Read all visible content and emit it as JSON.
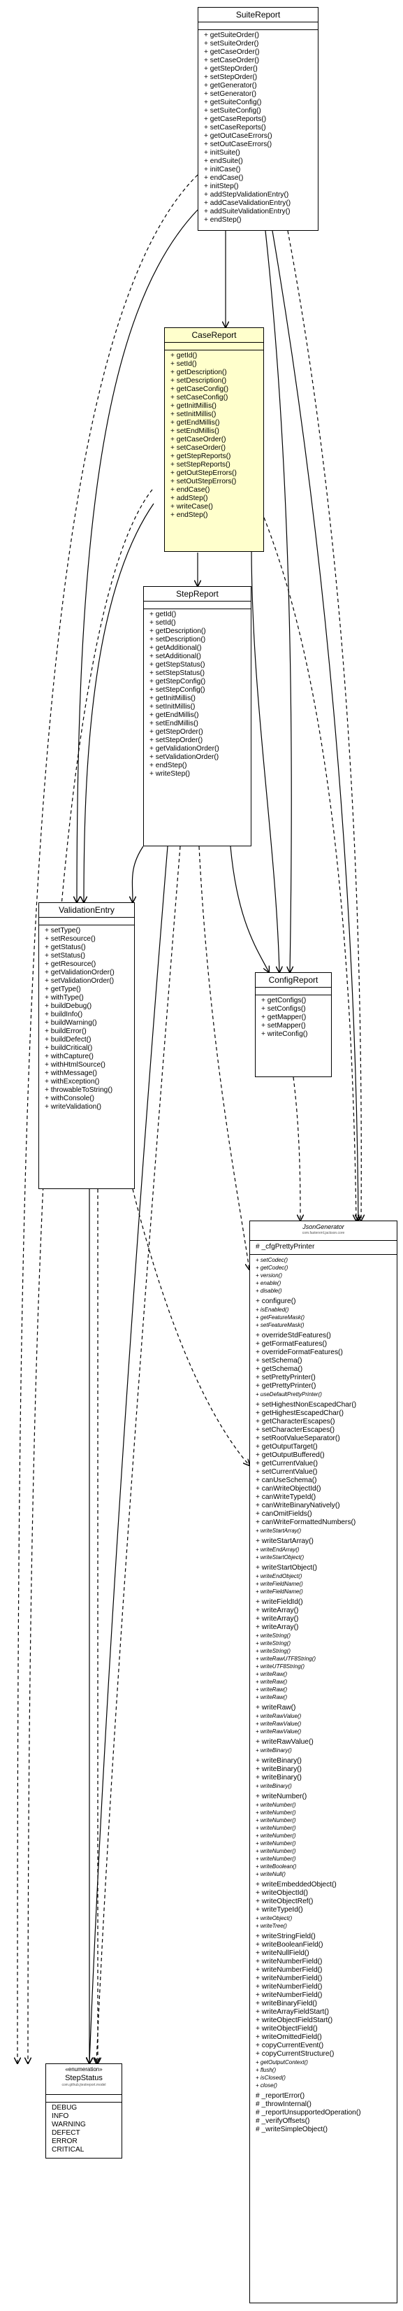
{
  "colors": {
    "highlight_class_fill": "#ffffcc",
    "line": "#000000",
    "background": "#ffffff"
  },
  "classes": {
    "suite_report": {
      "name": "SuiteReport",
      "methods": [
        "+ getSuiteOrder()",
        "+ setSuiteOrder()",
        "+ getCaseOrder()",
        "+ setCaseOrder()",
        "+ getStepOrder()",
        "+ setStepOrder()",
        "+ getGenerator()",
        "+ setGenerator()",
        "+ getSuiteConfig()",
        "+ setSuiteConfig()",
        "+ getCaseReports()",
        "+ setCaseReports()",
        "+ getOutCaseErrors()",
        "+ setOutCaseErrors()",
        "+ initSuite()",
        "+ endSuite()",
        "+ initCase()",
        "+ endCase()",
        "+ initStep()",
        "+ addStepValidationEntry()",
        "+ addCaseValidationEntry()",
        "+ addSuiteValidationEntry()",
        "+ endStep()"
      ]
    },
    "case_report": {
      "name": "CaseReport",
      "methods": [
        "+ getId()",
        "+ setId()",
        "+ getDescription()",
        "+ setDescription()",
        "+ getCaseConfig()",
        "+ setCaseConfig()",
        "+ getInitMillis()",
        "+ setInitMillis()",
        "+ getEndMillis()",
        "+ setEndMillis()",
        "+ getCaseOrder()",
        "+ setCaseOrder()",
        "+ getStepReports()",
        "+ setStepReports()",
        "+ getOutStepErrors()",
        "+ setOutStepErrors()",
        "+ endCase()",
        "+ addStep()",
        "+ writeCase()",
        "+ endStep()"
      ]
    },
    "step_report": {
      "name": "StepReport",
      "methods": [
        "+ getId()",
        "+ setId()",
        "+ getDescription()",
        "+ setDescription()",
        "+ getAdditional()",
        "+ setAdditional()",
        "+ getStepStatus()",
        "+ setStepStatus()",
        "+ getStepConfig()",
        "+ setStepConfig()",
        "+ getInitMillis()",
        "+ setInitMillis()",
        "+ getEndMillis()",
        "+ setEndMillis()",
        "+ getStepOrder()",
        "+ setStepOrder()",
        "+ getValidationOrder()",
        "+ setValidationOrder()",
        "+ endStep()",
        "+ writeStep()"
      ]
    },
    "validation_entry": {
      "name": "ValidationEntry",
      "methods": [
        "+ setType()",
        "+ setResource()",
        "+ getStatus()",
        "+ setStatus()",
        "+ getResource()",
        "+ getValidationOrder()",
        "+ setValidationOrder()",
        "+ getType()",
        "+ withType()",
        "+ buildDebug()",
        "+ buildInfo()",
        "+ buildWarning()",
        "+ buildError()",
        "+ buildDefect()",
        "+ buildCritical()",
        "+ withCapture()",
        "+ withHtmlSource()",
        "+ withMessage()",
        "+ withException()",
        "+ throwableToString()",
        "+ withConsole()",
        "+ writeValidation()"
      ]
    },
    "config_report": {
      "name": "ConfigReport",
      "methods": [
        "+ getConfigs()",
        "+ setConfigs()",
        "+ getMapper()",
        "+ setMapper()",
        "+ writeConfig()"
      ]
    },
    "step_status": {
      "stereotype": "«enumeration»",
      "name": "StepStatus",
      "package": "com.github.jtestreport.model",
      "literals": [
        "DEBUG",
        "INFO",
        "WARNING",
        "DEFECT",
        "ERROR",
        "CRITICAL"
      ]
    },
    "json_generator": {
      "name": "JsonGenerator",
      "package": "com.fasterxml.jackson.core",
      "fields": [
        "# _cfgPrettyPrinter"
      ],
      "methods": [
        {
          "t": "+ setCodec()",
          "i": true
        },
        {
          "t": "+ getCodec()",
          "i": true
        },
        {
          "t": "+ version()",
          "i": true
        },
        {
          "t": "+ enable()",
          "i": true
        },
        {
          "t": "+ disable()",
          "i": true
        },
        {
          "t": "+ configure()",
          "i": false,
          "g": true
        },
        {
          "t": "+ isEnabled()",
          "i": true
        },
        {
          "t": "+ getFeatureMask()",
          "i": true
        },
        {
          "t": "+ setFeatureMask()",
          "i": true
        },
        {
          "t": "+ overrideStdFeatures()",
          "i": false,
          "g": true
        },
        {
          "t": "+ getFormatFeatures()",
          "i": false
        },
        {
          "t": "+ overrideFormatFeatures()",
          "i": false
        },
        {
          "t": "+ setSchema()",
          "i": false
        },
        {
          "t": "+ getSchema()",
          "i": false
        },
        {
          "t": "+ setPrettyPrinter()",
          "i": false
        },
        {
          "t": "+ getPrettyPrinter()",
          "i": false
        },
        {
          "t": "+ useDefaultPrettyPrinter()",
          "i": true
        },
        {
          "t": "+ setHighestNonEscapedChar()",
          "i": false,
          "g": true
        },
        {
          "t": "+ getHighestEscapedChar()",
          "i": false
        },
        {
          "t": "+ getCharacterEscapes()",
          "i": false
        },
        {
          "t": "+ setCharacterEscapes()",
          "i": false
        },
        {
          "t": "+ setRootValueSeparator()",
          "i": false
        },
        {
          "t": "+ getOutputTarget()",
          "i": false
        },
        {
          "t": "+ getOutputBuffered()",
          "i": false
        },
        {
          "t": "+ getCurrentValue()",
          "i": false
        },
        {
          "t": "+ setCurrentValue()",
          "i": false
        },
        {
          "t": "+ canUseSchema()",
          "i": false
        },
        {
          "t": "+ canWriteObjectId()",
          "i": false
        },
        {
          "t": "+ canWriteTypeId()",
          "i": false
        },
        {
          "t": "+ canWriteBinaryNatively()",
          "i": false
        },
        {
          "t": "+ canOmitFields()",
          "i": false
        },
        {
          "t": "+ canWriteFormattedNumbers()",
          "i": false
        },
        {
          "t": "+ writeStartArray()",
          "i": true
        },
        {
          "t": "+ writeStartArray()",
          "i": false,
          "g": true
        },
        {
          "t": "+ writeEndArray()",
          "i": true
        },
        {
          "t": "+ writeStartObject()",
          "i": true
        },
        {
          "t": "+ writeStartObject()",
          "i": false,
          "g": true
        },
        {
          "t": "+ writeEndObject()",
          "i": true
        },
        {
          "t": "+ writeFieldName()",
          "i": true
        },
        {
          "t": "+ writeFieldName()",
          "i": true
        },
        {
          "t": "+ writeFieldId()",
          "i": false,
          "g": true
        },
        {
          "t": "+ writeArray()",
          "i": false
        },
        {
          "t": "+ writeArray()",
          "i": false
        },
        {
          "t": "+ writeArray()",
          "i": false
        },
        {
          "t": "+ writeString()",
          "i": true
        },
        {
          "t": "+ writeString()",
          "i": true
        },
        {
          "t": "+ writeString()",
          "i": true
        },
        {
          "t": "+ writeRawUTF8String()",
          "i": true
        },
        {
          "t": "+ writeUTF8String()",
          "i": true
        },
        {
          "t": "+ writeRaw()",
          "i": true
        },
        {
          "t": "+ writeRaw()",
          "i": true
        },
        {
          "t": "+ writeRaw()",
          "i": true
        },
        {
          "t": "+ writeRaw()",
          "i": true
        },
        {
          "t": "+ writeRaw()",
          "i": false,
          "g": true
        },
        {
          "t": "+ writeRawValue()",
          "i": true
        },
        {
          "t": "+ writeRawValue()",
          "i": true
        },
        {
          "t": "+ writeRawValue()",
          "i": true
        },
        {
          "t": "+ writeRawValue()",
          "i": false,
          "g": true
        },
        {
          "t": "+ writeBinary()",
          "i": true
        },
        {
          "t": "+ writeBinary()",
          "i": false,
          "g": true
        },
        {
          "t": "+ writeBinary()",
          "i": false
        },
        {
          "t": "+ writeBinary()",
          "i": false
        },
        {
          "t": "+ writeBinary()",
          "i": true
        },
        {
          "t": "+ writeNumber()",
          "i": false,
          "g": true
        },
        {
          "t": "+ writeNumber()",
          "i": true
        },
        {
          "t": "+ writeNumber()",
          "i": true
        },
        {
          "t": "+ writeNumber()",
          "i": true
        },
        {
          "t": "+ writeNumber()",
          "i": true
        },
        {
          "t": "+ writeNumber()",
          "i": true
        },
        {
          "t": "+ writeNumber()",
          "i": true
        },
        {
          "t": "+ writeNumber()",
          "i": true
        },
        {
          "t": "+ writeNumber()",
          "i": true
        },
        {
          "t": "+ writeBoolean()",
          "i": true
        },
        {
          "t": "+ writeNull()",
          "i": true
        },
        {
          "t": "+ writeEmbeddedObject()",
          "i": false,
          "g": true
        },
        {
          "t": "+ writeObjectId()",
          "i": false
        },
        {
          "t": "+ writeObjectRef()",
          "i": false
        },
        {
          "t": "+ writeTypeId()",
          "i": false
        },
        {
          "t": "+ writeObject()",
          "i": true
        },
        {
          "t": "+ writeTree()",
          "i": true
        },
        {
          "t": "+ writeStringField()",
          "i": false,
          "g": true
        },
        {
          "t": "+ writeBooleanField()",
          "i": false
        },
        {
          "t": "+ writeNullField()",
          "i": false
        },
        {
          "t": "+ writeNumberField()",
          "i": false
        },
        {
          "t": "+ writeNumberField()",
          "i": false
        },
        {
          "t": "+ writeNumberField()",
          "i": false
        },
        {
          "t": "+ writeNumberField()",
          "i": false
        },
        {
          "t": "+ writeNumberField()",
          "i": false
        },
        {
          "t": "+ writeBinaryField()",
          "i": false
        },
        {
          "t": "+ writeArrayFieldStart()",
          "i": false
        },
        {
          "t": "+ writeObjectFieldStart()",
          "i": false
        },
        {
          "t": "+ writeObjectField()",
          "i": false
        },
        {
          "t": "+ writeOmittedField()",
          "i": false
        },
        {
          "t": "+ copyCurrentEvent()",
          "i": false
        },
        {
          "t": "+ copyCurrentStructure()",
          "i": false
        },
        {
          "t": "+ getOutputContext()",
          "i": true
        },
        {
          "t": "+ flush()",
          "i": true
        },
        {
          "t": "+ isClosed()",
          "i": true
        },
        {
          "t": "+ close()",
          "i": true
        },
        {
          "t": "# _reportError()",
          "i": false,
          "g": true
        },
        {
          "t": "# _throwInternal()",
          "i": false
        },
        {
          "t": "# _reportUnsupportedOperation()",
          "i": false
        },
        {
          "t": "# _verifyOffsets()",
          "i": false
        },
        {
          "t": "# _writeSimpleObject()",
          "i": false
        }
      ]
    }
  }
}
